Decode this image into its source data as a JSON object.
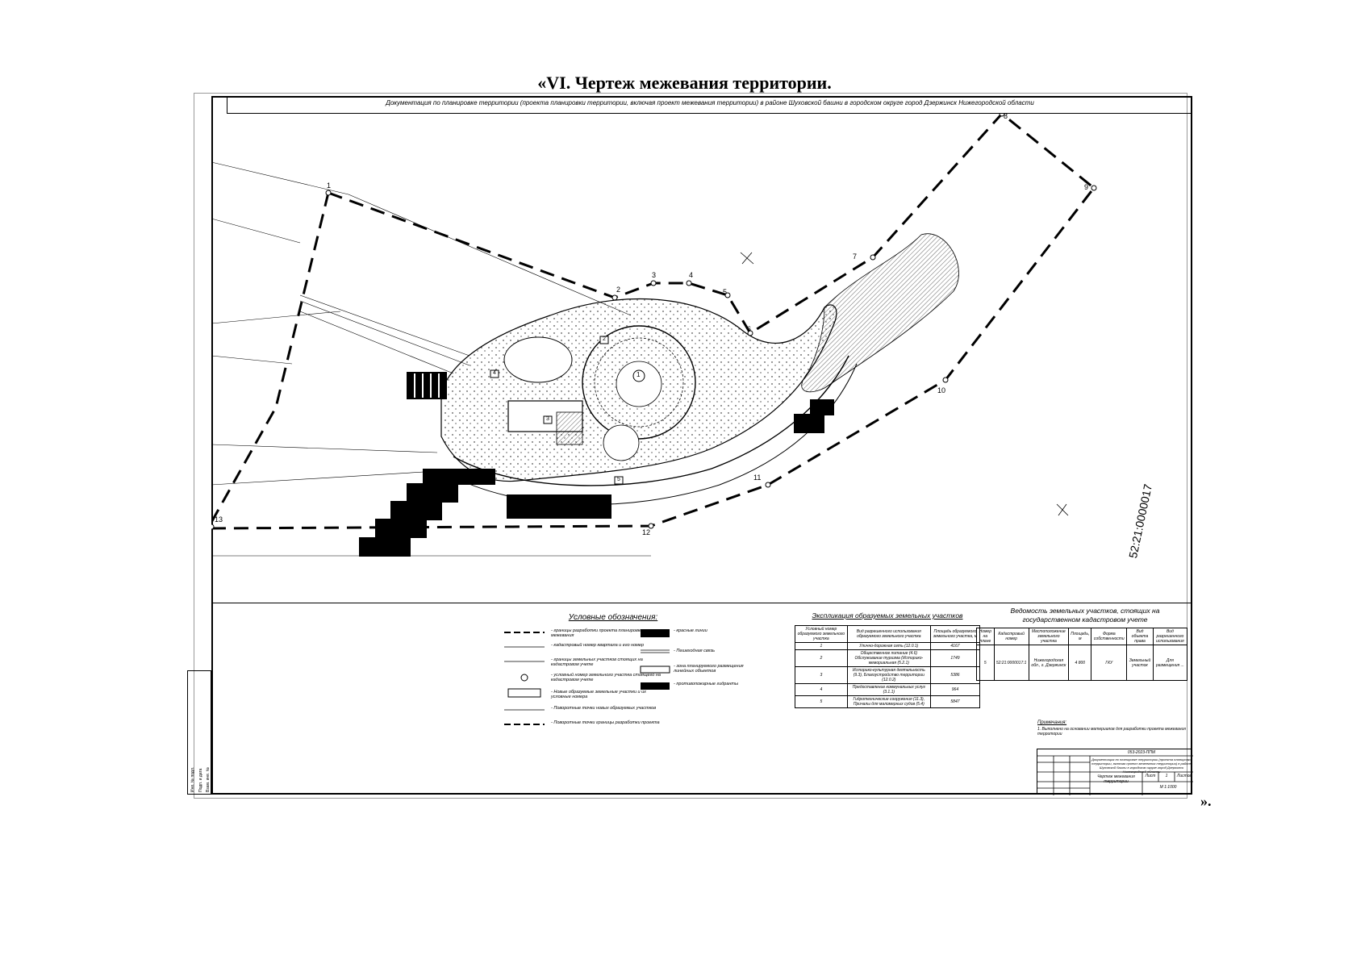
{
  "page": {
    "title": "«VI. Чертеж межевания территории.",
    "closing": "»."
  },
  "drawing": {
    "header": "Документация по планировке территории (проекта планировки территории, включая проект межевания территории) в районе Шуховской башни в городском округе город Дзержинск Нижегородской области",
    "cadastral_number": "52:21:0000017",
    "points": [
      "1",
      "2",
      "3",
      "4",
      "5",
      "6",
      "7",
      "8",
      "9",
      "10",
      "11",
      "12",
      "13"
    ],
    "plot_marks": [
      "1",
      "2",
      "3",
      "4",
      "5"
    ]
  },
  "legend": {
    "title": "Условные обозначения:",
    "items": [
      "- границы разработки проекта планировки и межевания",
      "- кадастровый номер квартала и его номер",
      "- границы земельных участков стоящих на кадастровом учете",
      "- условный номер земельного участка стоящего на кадастровом учете",
      "- Новые образуемые земельные участки и их условные номера",
      "- Поворотные точки новых образуемых участков",
      "- Поворотные точки границы разработки проекта",
      "- красные линии",
      "- Пешеходная связь",
      "- зона планируемого размещения линейных объектов",
      "- противопожарные гидранты"
    ]
  },
  "explication": {
    "title": "Экспликация образуемых земельных участков",
    "headers": [
      "Условный номер образуемого земельного участка",
      "Вид разрешенного использования образуемого земельного участка",
      "Площадь образуемого земельного участка, м"
    ],
    "rows": [
      [
        "1",
        "Улично-дорожная сеть (12.0.1)",
        "4167"
      ],
      [
        "2",
        "Общественное питание (4.6) Обслуживание туризма (Историко-мемориальная (5.2.1)",
        "1749"
      ],
      [
        "3",
        "Историко-культурная деятельность (9.3), Благоустройство территории (12.0.2)",
        "5386"
      ],
      [
        "4",
        "Предоставление коммунальных услуг (3.1.1)",
        "964"
      ],
      [
        "5",
        "Гидротехнические сооружения (11.3), Причалы для маломерных судов (5.4)",
        "5847"
      ]
    ]
  },
  "registry": {
    "title": "Ведомость земельных участков, стоящих на государственном кадастровом учете",
    "headers": [
      "Номер на плане",
      "Кадастровый номер",
      "Местоположение земельного участка",
      "Площадь, м",
      "Форма собственности",
      "Вид объекта права",
      "Вид разрешенного использования"
    ],
    "row": [
      "5",
      "52:21:0000017:1",
      "Нижегородская обл., г. Дзержинск",
      "4 800",
      "ГКУ",
      "Земельный участок",
      "Для размещения ..."
    ]
  },
  "notes": {
    "title": "Примечания:",
    "text": "1. Выполнено на основании материалов для разработки проекта межевания территории"
  },
  "stamp": {
    "code": "053-2023-ППМ",
    "description": "Документация по планировке территории (проекта планировки территории, включая проект межевания территории) в районе Шуховской башни в городском округе город Дзержинск Нижегородской области",
    "section": "Чертеж межевания территории",
    "sheet_label": "Лист",
    "sheets_label": "Листов",
    "sheet": "1",
    "scale": "М 1:1000"
  },
  "side_column": [
    "Инв. № подл.",
    "Подп. и дата",
    "Взам. инв. №"
  ]
}
